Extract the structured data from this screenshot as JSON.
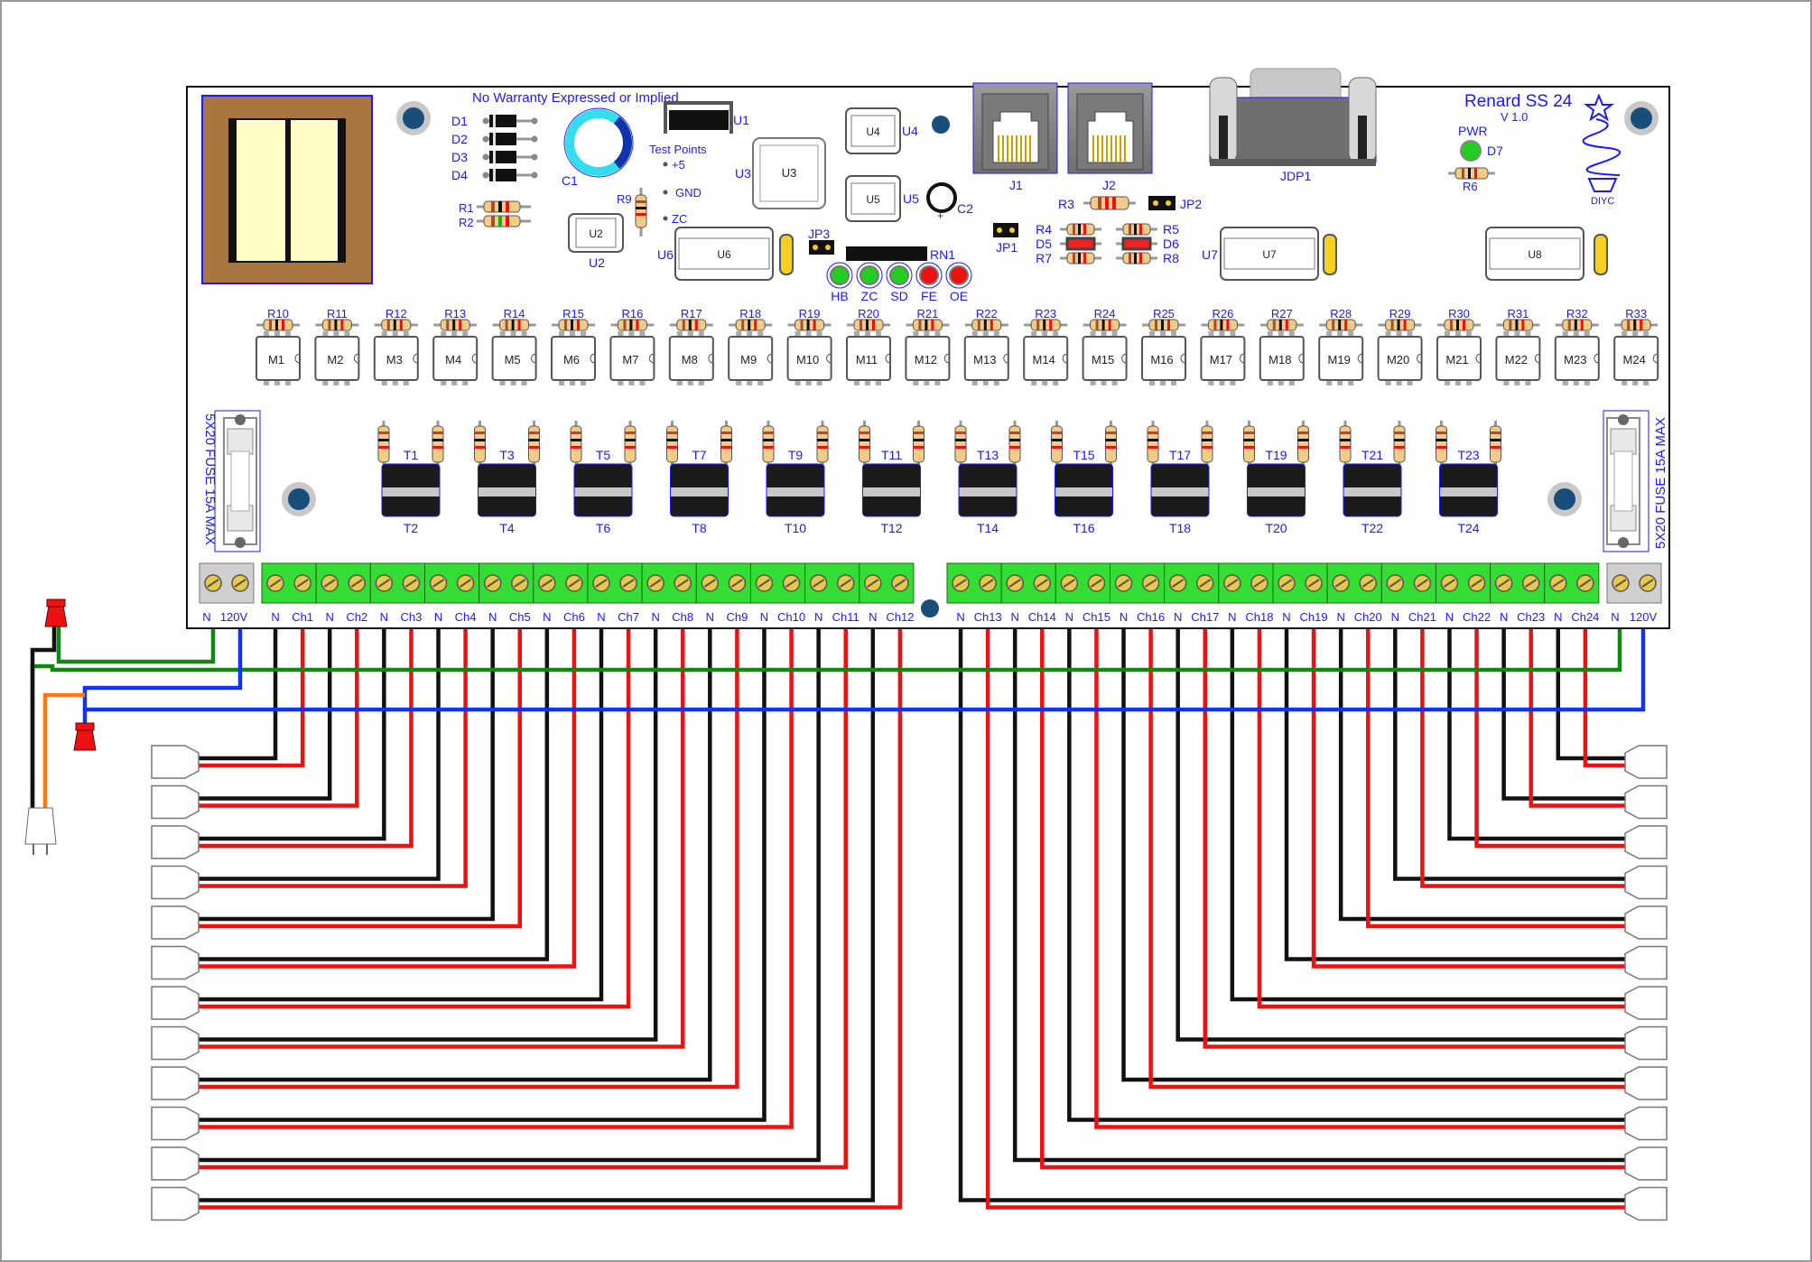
{
  "board": {
    "title": "Renard SS 24",
    "version": "V 1.0",
    "warranty": "No Warranty Expressed or Implied",
    "logo": "DIYC",
    "fuse_label": "5X20 FUSE 15A MAX",
    "test_points_title": "Test Points",
    "test_points": [
      "+5",
      "GND",
      "ZC"
    ],
    "connectors": {
      "j1": "J1",
      "j2": "J2",
      "jdp1": "JDP1"
    },
    "ics": {
      "u1": "U1",
      "u2": "U2",
      "u3": "U3",
      "u4": "U4",
      "u5": "U5",
      "u6": "U6",
      "u7": "U7",
      "u8": "U8"
    },
    "caps": {
      "c1": "C1",
      "c2": "C2"
    },
    "jumpers": {
      "jp1": "JP1",
      "jp2": "JP2",
      "jp3": "JP3"
    },
    "rn1": "RN1",
    "pwr": "PWR",
    "d7": "D7",
    "diodes": [
      "D1",
      "D2",
      "D3",
      "D4"
    ],
    "resistors_top": {
      "r1": "R1",
      "r2": "R2",
      "r3": "R3",
      "r6": "R6",
      "r9": "R9"
    },
    "small_parts_left": [
      "R4",
      "D5",
      "R7"
    ],
    "small_parts_right": [
      "R5",
      "D6",
      "R8"
    ],
    "leds": [
      {
        "label": "HB",
        "color": "#22cc22"
      },
      {
        "label": "ZC",
        "color": "#22cc22"
      },
      {
        "label": "SD",
        "color": "#22cc22"
      },
      {
        "label": "FE",
        "color": "#ee1111"
      },
      {
        "label": "OE",
        "color": "#ee1111"
      }
    ],
    "row_resistors": [
      "R10",
      "R11",
      "R12",
      "R13",
      "R14",
      "R15",
      "R16",
      "R17",
      "R18",
      "R19",
      "R20",
      "R21",
      "R22",
      "R23",
      "R24",
      "R25",
      "R26",
      "R27",
      "R28",
      "R29",
      "R30",
      "R31",
      "R32",
      "R33"
    ],
    "optos": [
      "M1",
      "M2",
      "M3",
      "M4",
      "M5",
      "M6",
      "M7",
      "M8",
      "M9",
      "M10",
      "M11",
      "M12",
      "M13",
      "M14",
      "M15",
      "M16",
      "M17",
      "M18",
      "M19",
      "M20",
      "M21",
      "M22",
      "M23",
      "M24"
    ],
    "triacs_top": [
      "T1",
      "T3",
      "T5",
      "T7",
      "T9",
      "T11",
      "T13",
      "T15",
      "T17",
      "T19",
      "T21",
      "T23"
    ],
    "triacs_bottom": [
      "T2",
      "T4",
      "T6",
      "T8",
      "T10",
      "T12",
      "T14",
      "T16",
      "T18",
      "T20",
      "T22",
      "T24"
    ],
    "power_left": [
      "N",
      "120V"
    ],
    "power_right": [
      "N",
      "120V"
    ],
    "channels": [
      "Ch1",
      "Ch2",
      "Ch3",
      "Ch4",
      "Ch5",
      "Ch6",
      "Ch7",
      "Ch8",
      "Ch9",
      "Ch10",
      "Ch11",
      "Ch12",
      "Ch13",
      "Ch14",
      "Ch15",
      "Ch16",
      "Ch17",
      "Ch18",
      "Ch19",
      "Ch20",
      "Ch21",
      "Ch22",
      "Ch23",
      "Ch24"
    ],
    "neutral_label": "N"
  },
  "colors": {
    "silkscreen": "#1a1aff",
    "terminal": "#33dd33",
    "screw": "#e8c84a",
    "hot_wire": "#ee1111",
    "neutral_wire": "#111111",
    "ground_wire": "#118811",
    "blue_wire": "#1133ee",
    "orange_wire": "#ff7711",
    "mount_hole": "#1a4e7a"
  }
}
